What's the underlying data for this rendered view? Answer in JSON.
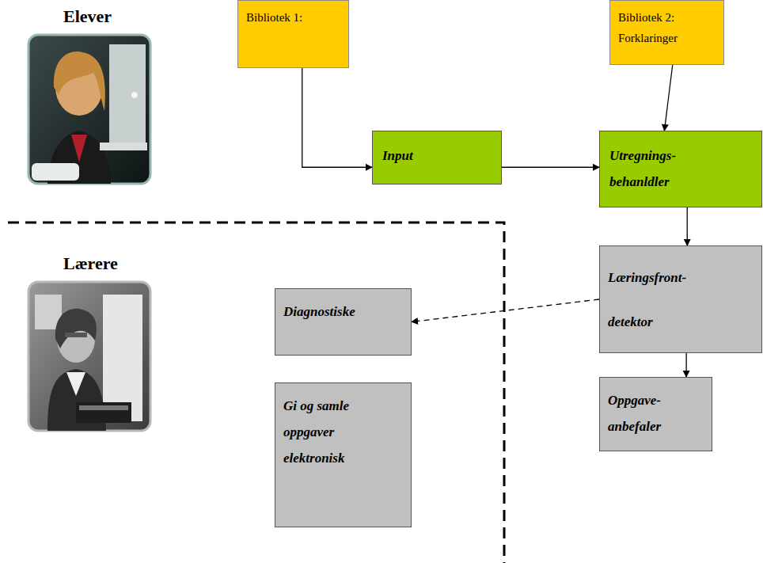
{
  "diagram": {
    "nodes": [
      {
        "text": [
          "Bibliotek 1:"
        ]
      },
      {
        "text": [
          "Bibliotek 2: Forklaringer"
        ]
      },
      {
        "text": [
          "Input"
        ]
      },
      {
        "text": [
          "Utregnings- behanldler"
        ]
      },
      {
        "text": [
          "Læringsfront- detektor"
        ]
      },
      {
        "text": [
          "Diagnostiske"
        ]
      },
      {
        "text": [
          "Oppgave- anbefaler"
        ]
      },
      {
        "text": [
          "Gi og samle oppgaver elektronisk"
        ]
      }
    ],
    "edges": [
      {
        "from": 0,
        "to": 2,
        "arrow": "to"
      },
      {
        "from": 1,
        "to": 3,
        "arrow": "to"
      },
      {
        "from": 2,
        "to": 3,
        "arrow": "to"
      },
      {
        "from": 3,
        "to": 4,
        "arrow": "to"
      },
      {
        "from": 4,
        "to": 5,
        "arrow": "to"
      },
      {
        "from": 4,
        "to": 6,
        "arrow": "to"
      }
    ],
    "labels": [
      "Elever",
      "Lærere"
    ]
  }
}
